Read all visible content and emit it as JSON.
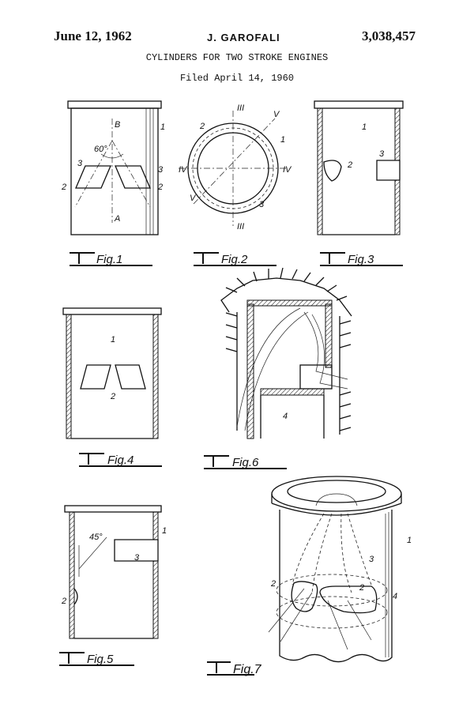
{
  "header": {
    "date": "June 12, 1962",
    "inventor": "J. GAROFALI",
    "patent_number": "3,038,457",
    "title": "CYLINDERS FOR TWO STROKE ENGINES",
    "filed": "Filed April 14, 1960"
  },
  "figures": {
    "fig1": {
      "caption": "Fig.1",
      "labels": {
        "ref1": "1",
        "ref2a": "2",
        "ref2b": "2",
        "ref3a": "3",
        "ref3b": "3",
        "angle": "60°",
        "axis_top": "B",
        "axis_bottom": "A"
      }
    },
    "fig2": {
      "caption": "Fig.2",
      "labels": {
        "ref1": "1",
        "ref2": "2",
        "ref3": "3",
        "sec3_top": "III",
        "sec3_bottom": "III",
        "sec4_left": "IV",
        "sec4_right": "IV",
        "sec5_top": "V",
        "sec5_bottom": "V"
      }
    },
    "fig3": {
      "caption": "Fig.3",
      "labels": {
        "ref1": "1",
        "ref2": "2",
        "ref3": "3"
      }
    },
    "fig4": {
      "caption": "Fig.4",
      "labels": {
        "ref1": "1",
        "ref2": "2"
      }
    },
    "fig5": {
      "caption": "Fig.5",
      "labels": {
        "ref1": "1",
        "ref2": "2",
        "ref3": "3",
        "angle": "45°"
      }
    },
    "fig6": {
      "caption": "Fig.6",
      "labels": {
        "ref4": "4"
      }
    },
    "fig7": {
      "caption": "Fig.7",
      "labels": {
        "ref1": "1",
        "ref2a": "2",
        "ref2b": "2",
        "ref3": "3",
        "ref4": "4"
      }
    }
  }
}
